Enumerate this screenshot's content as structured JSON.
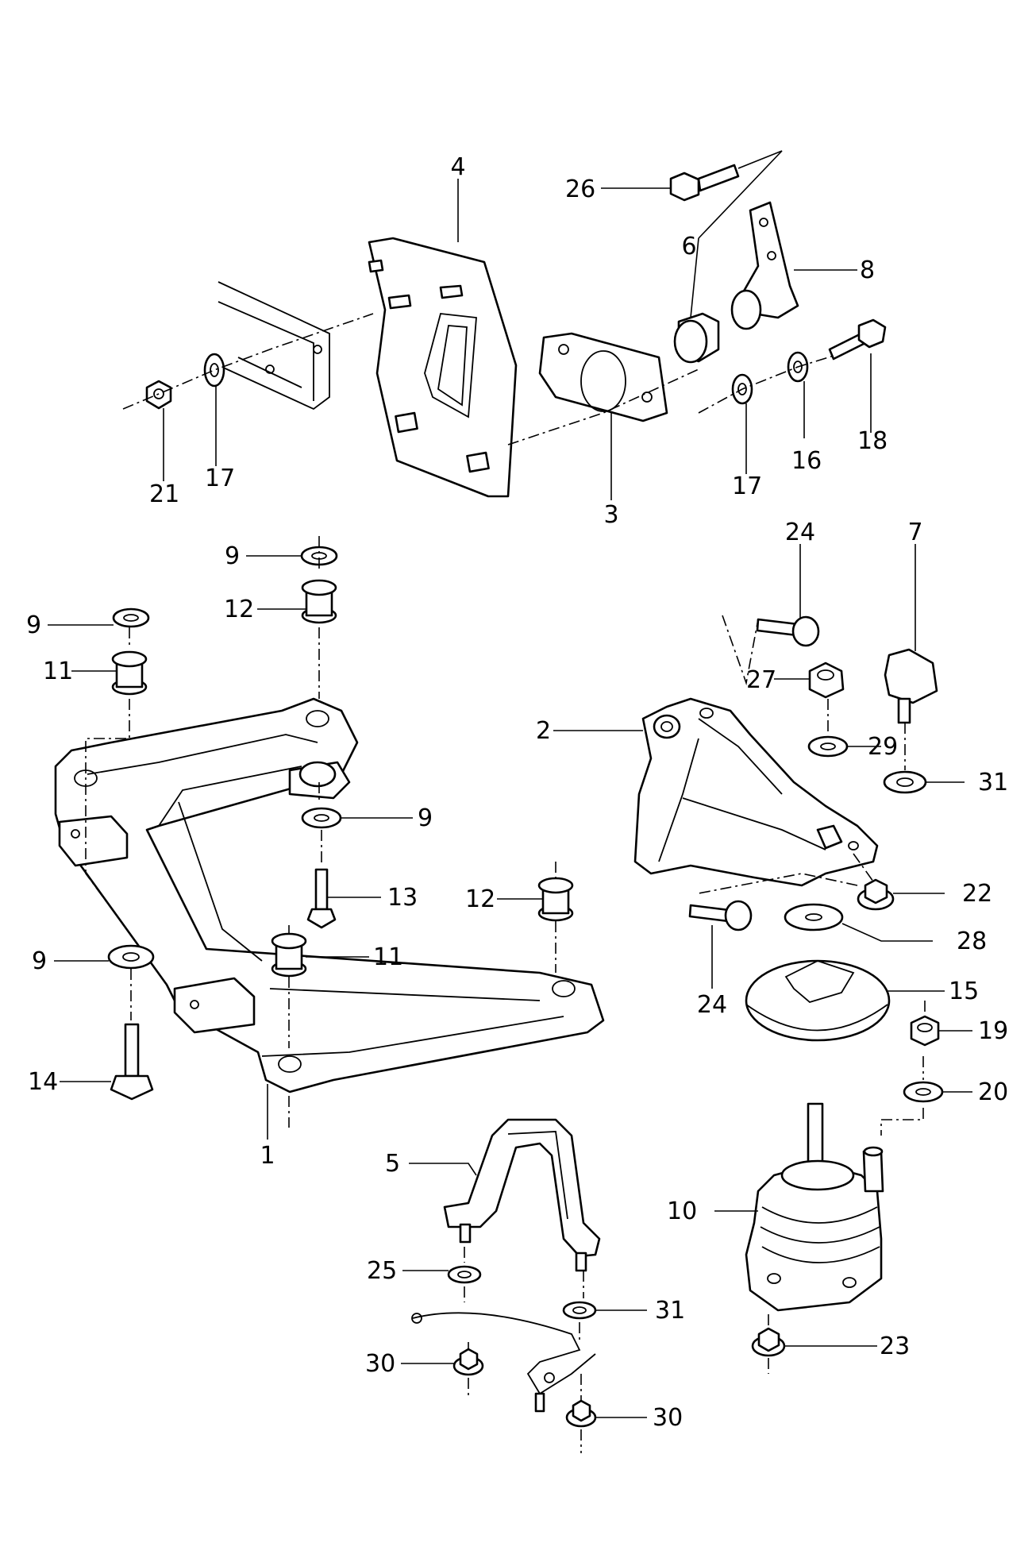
{
  "callouts": [
    {
      "id": "c4",
      "label": "4"
    },
    {
      "id": "c26",
      "label": "26"
    },
    {
      "id": "c6",
      "label": "6"
    },
    {
      "id": "c8",
      "label": "8"
    },
    {
      "id": "c18",
      "label": "18"
    },
    {
      "id": "c16",
      "label": "16"
    },
    {
      "id": "c17b",
      "label": "17"
    },
    {
      "id": "c3",
      "label": "3"
    },
    {
      "id": "c21",
      "label": "21"
    },
    {
      "id": "c17a",
      "label": "17"
    },
    {
      "id": "c9a",
      "label": "9"
    },
    {
      "id": "c12a",
      "label": "12"
    },
    {
      "id": "c9b",
      "label": "9"
    },
    {
      "id": "c11a",
      "label": "11"
    },
    {
      "id": "c24a",
      "label": "24"
    },
    {
      "id": "c7",
      "label": "7"
    },
    {
      "id": "c27",
      "label": "27"
    },
    {
      "id": "c2",
      "label": "2"
    },
    {
      "id": "c29",
      "label": "29"
    },
    {
      "id": "c31a",
      "label": "31"
    },
    {
      "id": "c9c",
      "label": "9"
    },
    {
      "id": "c13",
      "label": "13"
    },
    {
      "id": "c12b",
      "label": "12"
    },
    {
      "id": "c22",
      "label": "22"
    },
    {
      "id": "c28",
      "label": "28"
    },
    {
      "id": "c9d",
      "label": "9"
    },
    {
      "id": "c11b",
      "label": "11"
    },
    {
      "id": "c24b",
      "label": "24"
    },
    {
      "id": "c15",
      "label": "15"
    },
    {
      "id": "c19",
      "label": "19"
    },
    {
      "id": "c14",
      "label": "14"
    },
    {
      "id": "c20",
      "label": "20"
    },
    {
      "id": "c1",
      "label": "1"
    },
    {
      "id": "c5",
      "label": "5"
    },
    {
      "id": "c10",
      "label": "10"
    },
    {
      "id": "c25",
      "label": "25"
    },
    {
      "id": "c31b",
      "label": "31"
    },
    {
      "id": "c30a",
      "label": "30"
    },
    {
      "id": "c23",
      "label": "23"
    },
    {
      "id": "c30b",
      "label": "30"
    }
  ]
}
